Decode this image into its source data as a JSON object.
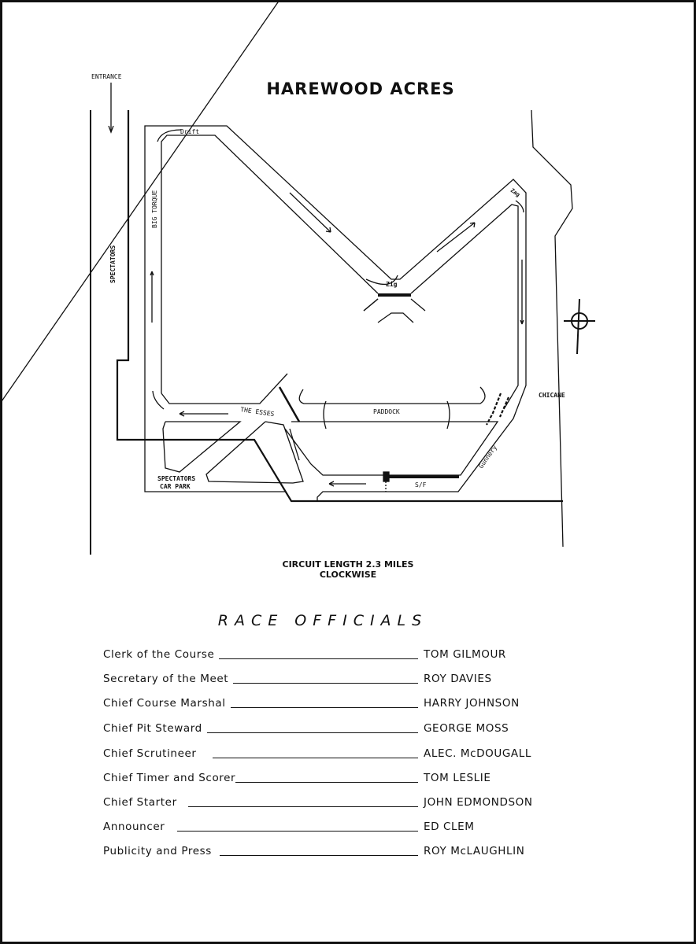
{
  "map": {
    "title": "HAREWOOD ACRES",
    "labels": {
      "entrance": "ENTRANCE",
      "spectators": "SPECTATORS",
      "big_torque": "BIG TORQUE",
      "drift": "Drift",
      "zig": "Zig",
      "zag": "Zag",
      "chicane": "CHICANE",
      "paddock": "PADDOCK",
      "the_esses": "THE ESSES",
      "spectators_car_park_1": "SPECTATORS",
      "spectators_car_park_2": "CAR PARK",
      "start_finish": "S/F",
      "gunnery": "Gunnery"
    },
    "circuit_length": "CIRCUIT LENGTH 2.3 MILES",
    "direction": "CLOCKWISE"
  },
  "officials": {
    "heading": "RACE OFFICIALS",
    "rows": [
      {
        "role": "Clerk of the Course",
        "name": "TOM GILMOUR"
      },
      {
        "role": "Secretary of the Meet",
        "name": "ROY DAVIES"
      },
      {
        "role": "Chief Course Marshal",
        "name": "HARRY JOHNSON"
      },
      {
        "role": "Chief Pit Steward",
        "name": "GEORGE MOSS"
      },
      {
        "role": "Chief Scrutineer",
        "name": "ALEC. McDOUGALL"
      },
      {
        "role": "Chief Timer and Scorer",
        "name": "TOM LESLIE"
      },
      {
        "role": "Chief Starter",
        "name": "JOHN EDMONDSON"
      },
      {
        "role": "Announcer",
        "name": "ED CLEM"
      },
      {
        "role": "Publicity and Press",
        "name": "ROY McLAUGHLIN"
      }
    ]
  }
}
